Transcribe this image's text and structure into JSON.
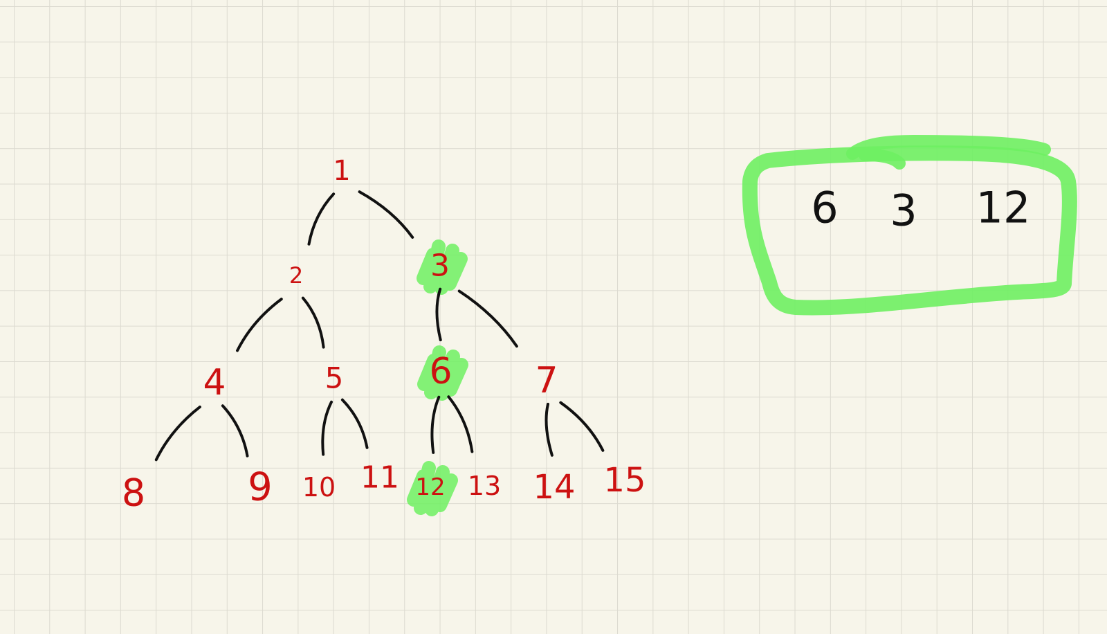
{
  "colors": {
    "background": "#f7f5ea",
    "grid": "#dcdad0",
    "ink": "#111111",
    "node_ink": "#cc1111",
    "highlight": "#6ef062"
  },
  "tree": {
    "nodes": [
      {
        "id": "n1",
        "label": "1",
        "highlighted": false
      },
      {
        "id": "n2",
        "label": "2",
        "highlighted": false
      },
      {
        "id": "n3",
        "label": "3",
        "highlighted": true
      },
      {
        "id": "n4",
        "label": "4",
        "highlighted": false
      },
      {
        "id": "n5",
        "label": "5",
        "highlighted": false
      },
      {
        "id": "n6",
        "label": "6",
        "highlighted": true
      },
      {
        "id": "n7",
        "label": "7",
        "highlighted": false
      },
      {
        "id": "n8",
        "label": "8",
        "highlighted": false
      },
      {
        "id": "n9",
        "label": "9",
        "highlighted": false
      },
      {
        "id": "n10",
        "label": "10",
        "highlighted": false
      },
      {
        "id": "n11",
        "label": "11",
        "highlighted": false
      },
      {
        "id": "n12",
        "label": "12",
        "highlighted": true
      },
      {
        "id": "n13",
        "label": "13",
        "highlighted": false
      },
      {
        "id": "n14",
        "label": "14",
        "highlighted": false
      },
      {
        "id": "n15",
        "label": "15",
        "highlighted": false
      }
    ],
    "edges": [
      [
        "n1",
        "n2"
      ],
      [
        "n1",
        "n3"
      ],
      [
        "n2",
        "n4"
      ],
      [
        "n2",
        "n5"
      ],
      [
        "n3",
        "n6"
      ],
      [
        "n3",
        "n7"
      ],
      [
        "n4",
        "n8"
      ],
      [
        "n4",
        "n9"
      ],
      [
        "n5",
        "n10"
      ],
      [
        "n5",
        "n11"
      ],
      [
        "n6",
        "n12"
      ],
      [
        "n6",
        "n13"
      ],
      [
        "n7",
        "n14"
      ],
      [
        "n7",
        "n15"
      ]
    ]
  },
  "path_box": {
    "values": [
      "6",
      "3",
      "12"
    ]
  }
}
